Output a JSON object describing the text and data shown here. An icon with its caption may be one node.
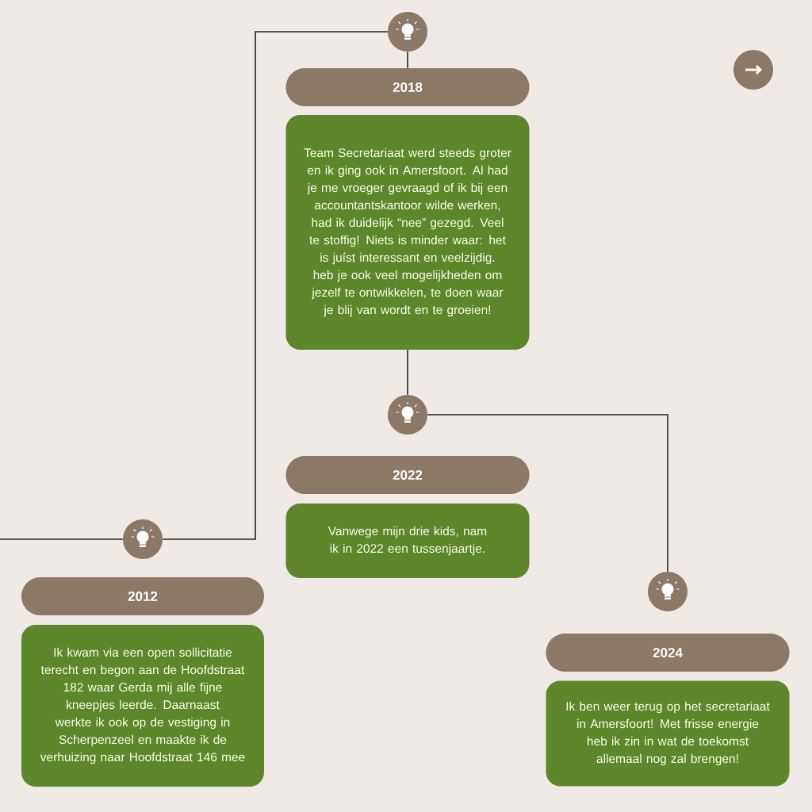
{
  "diagram": {
    "nodes": [
      {
        "text": [],
        "shape": "circle"
      },
      {
        "text": [
          "2012"
        ]
      },
      {
        "text": [
          "Ik kwam via een open sollicitatie terecht en begon aan de Hoofdstraat 182 waar Gerda mij alle fijne kneepjes leerde. Daarnaast werkte ik ook op de vestiging in Scherpenzeel en maakte ik de verhuizing naar Hoofdstraat 146 mee"
        ]
      },
      {
        "text": [],
        "shape": "circle"
      },
      {
        "text": [
          "2018"
        ]
      },
      {
        "text": [
          "Team Secretariaat werd steeds groter en ik ging ook in Amersfoort. Al had je me vroeger gevraagd of ik bij een accountantskantoor wilde werken, had ik duidelijk “nee” gezegd. Veel te stoffig! Niets is minder waar: het is juíst interessant en veelzijdig. heb je ook veel mogelijkheden om jezelf te ontwikkelen, te doen waar je blij van wordt en te groeien!"
        ]
      },
      {
        "text": [],
        "shape": "circle"
      },
      {
        "text": [
          "2022"
        ]
      },
      {
        "text": [
          "Vanwege mijn drie kids, nam ik in 2022 een tussenjaartje."
        ]
      },
      {
        "text": [],
        "shape": "circle"
      },
      {
        "text": [
          "2024"
        ]
      },
      {
        "text": [
          "Ik ben weer terug op het secretariaat in Amersfoort! Met frisse energie heb ik zin in wat de toekomst allemaal nog zal brengen!"
        ]
      }
    ],
    "edges": [
      {
        "from": null,
        "to": 0,
        "arrow": "none"
      },
      {
        "from": 0,
        "to": 3,
        "arrow": "none"
      },
      {
        "from": 3,
        "to": 4,
        "arrow": "none"
      },
      {
        "from": 5,
        "to": 6,
        "arrow": "none"
      },
      {
        "from": 6,
        "to": 9,
        "arrow": "none"
      }
    ]
  }
}
